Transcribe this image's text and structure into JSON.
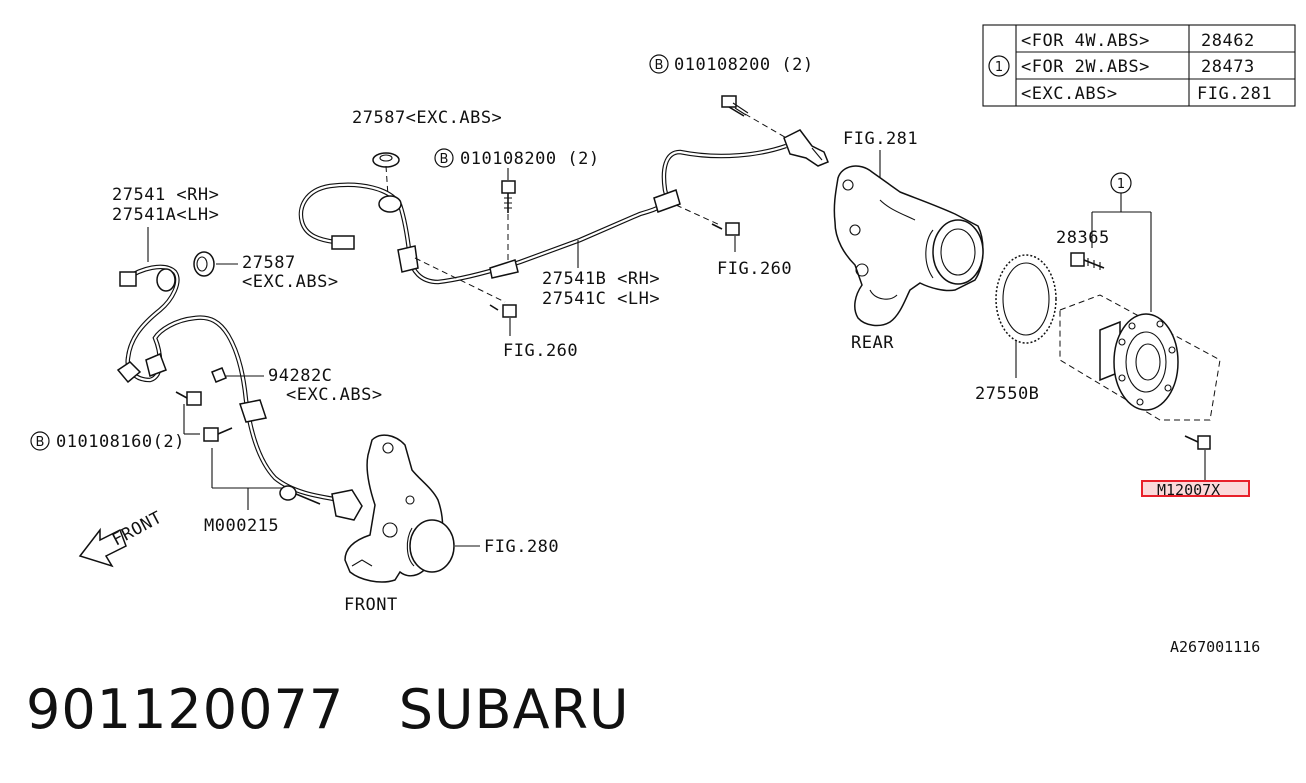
{
  "table": {
    "ref": "1",
    "rows": [
      {
        "condition": "<FOR 4W.ABS>",
        "part": "28462"
      },
      {
        "condition": "<FOR 2W.ABS>",
        "part": "28473"
      },
      {
        "condition": "<EXC.ABS>",
        "part": "FIG.281"
      }
    ]
  },
  "labels": {
    "bolt_top": "010108200 (2)",
    "bolt_top_badge": "B",
    "grommet_label": "27587<EXC.ABS>",
    "bolt_mid": "010108200 (2)",
    "bolt_mid_badge": "B",
    "fig281": "FIG.281",
    "sensor_front_rh": "27541 <RH>",
    "sensor_front_lh": "27541A<LH>",
    "grommet2_code": "27587",
    "grommet2_cond": "<EXC.ABS>",
    "fig260_right": "FIG.260",
    "hub_ref": "1",
    "bolt_hub": "28365",
    "harness_rh": "27541B <RH>",
    "harness_lh": "27541C <LH>",
    "fig260_center": "FIG.260",
    "rear": "REAR",
    "clip_code": "94282C",
    "clip_cond": "<EXC.ABS>",
    "tone_ring": "27550B",
    "bolt_left": "010108160(2)",
    "bolt_left_badge": "B",
    "bolt_small": "M000215",
    "fig280": "FIG.280",
    "front_knuckle": "FRONT",
    "front_arrow": "FRONT",
    "highlight_part": "M12007X",
    "diagram_code": "A267001116"
  },
  "footer": {
    "part_number": "901120077",
    "brand": "SUBARU"
  },
  "colors": {
    "highlight": "#e8202a",
    "highlight_fill": "#fbd9da"
  }
}
